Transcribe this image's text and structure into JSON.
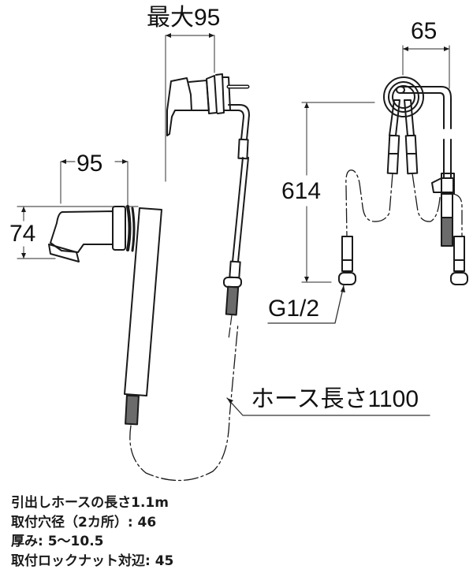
{
  "drawing": {
    "title": "Shower faucet dimension drawing",
    "line_color": "#1a1a1a",
    "thread_fill": "#6b6b6b",
    "dimensions": {
      "faucet_max_depth": "最大95",
      "head_length": "95",
      "head_height": "74",
      "mount_spacing": "65",
      "supply_length": "614",
      "connection_thread": "G1/2",
      "hose_length_callout": "ホース長さ1100"
    }
  },
  "specs": {
    "items": [
      "引出しホースの長さ1.1m",
      "取付穴径（2カ所）: 46",
      "厚み: 5～10.5",
      "取付ロックナット対辺: 45"
    ]
  }
}
